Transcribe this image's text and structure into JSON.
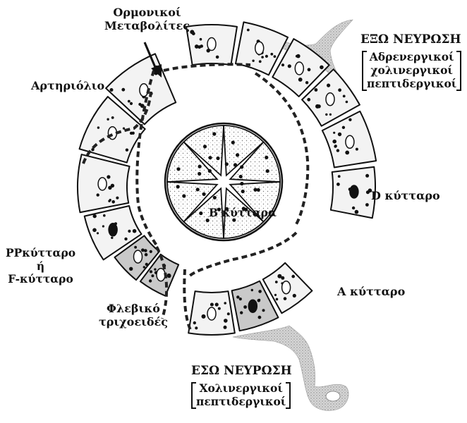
{
  "labels": {
    "hormonal_metabolites": [
      "Ορμονικοί",
      "Μεταβολίτες"
    ],
    "arteriole": "Αρτηριόλιο",
    "pp_cell": [
      "PPκύτταρο",
      "ή",
      "F-κύτταρο"
    ],
    "venous_capillaries": [
      "Φλεβικό",
      "τριχοειδές"
    ],
    "b_cell": "B κύτταρα",
    "d_cell": "D κύτταρο",
    "a_cell": "A κύτταρο"
  },
  "outer_innervation": {
    "title": "ΕΞΩ ΝΕΥΡΩΣΗ",
    "items": [
      "Αδρενεργικοί",
      "χολινεργικοί",
      "πεπτιδεργικοί"
    ]
  },
  "inner_innervation": {
    "title": "ΕΣΩ ΝΕΥΡΩΣΗ",
    "items": [
      "Χολινεργικοί",
      "πεπτιδεργικοί"
    ]
  },
  "colors": {
    "ink": "#111111",
    "stipple": "#8a8a8a",
    "shaded_cell": "#c9c9c9",
    "cell_fill": "#f3f3f3"
  },
  "icons": [
    "arrow-down-icon",
    "nerve-ending-icon"
  ]
}
